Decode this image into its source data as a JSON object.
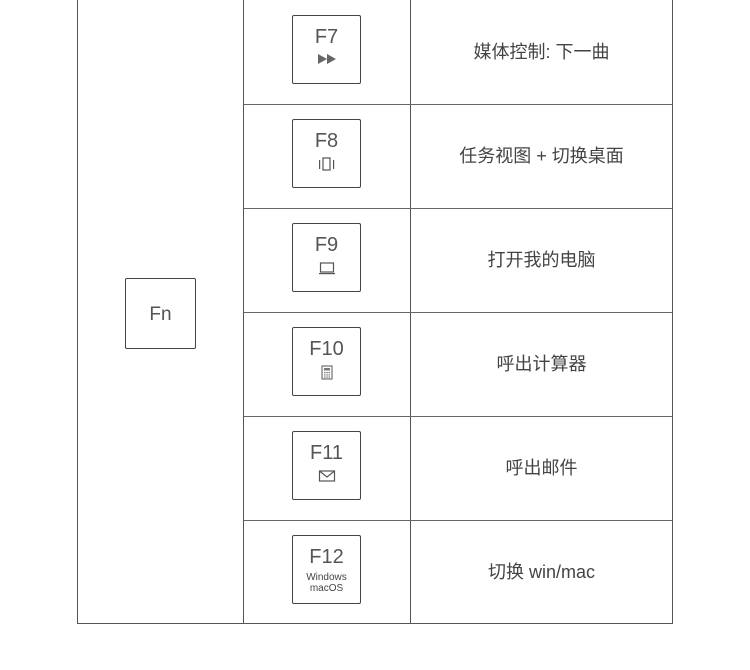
{
  "modifier_key": "Fn",
  "rows": [
    {
      "key": "F7",
      "icon": "fast-forward-icon",
      "description": "媒体控制: 下一曲"
    },
    {
      "key": "F8",
      "icon": "task-view-icon",
      "description": "任务视图 + 切换桌面"
    },
    {
      "key": "F9",
      "icon": "laptop-icon",
      "description": "打开我的电脑"
    },
    {
      "key": "F10",
      "icon": "calculator-icon",
      "description": "呼出计算器"
    },
    {
      "key": "F11",
      "icon": "mail-icon",
      "description": "呼出邮件"
    },
    {
      "key": "F12",
      "icon": "os-switch",
      "sub1": "Windows",
      "sub2": "macOS",
      "description": "切换 win/mac"
    }
  ]
}
